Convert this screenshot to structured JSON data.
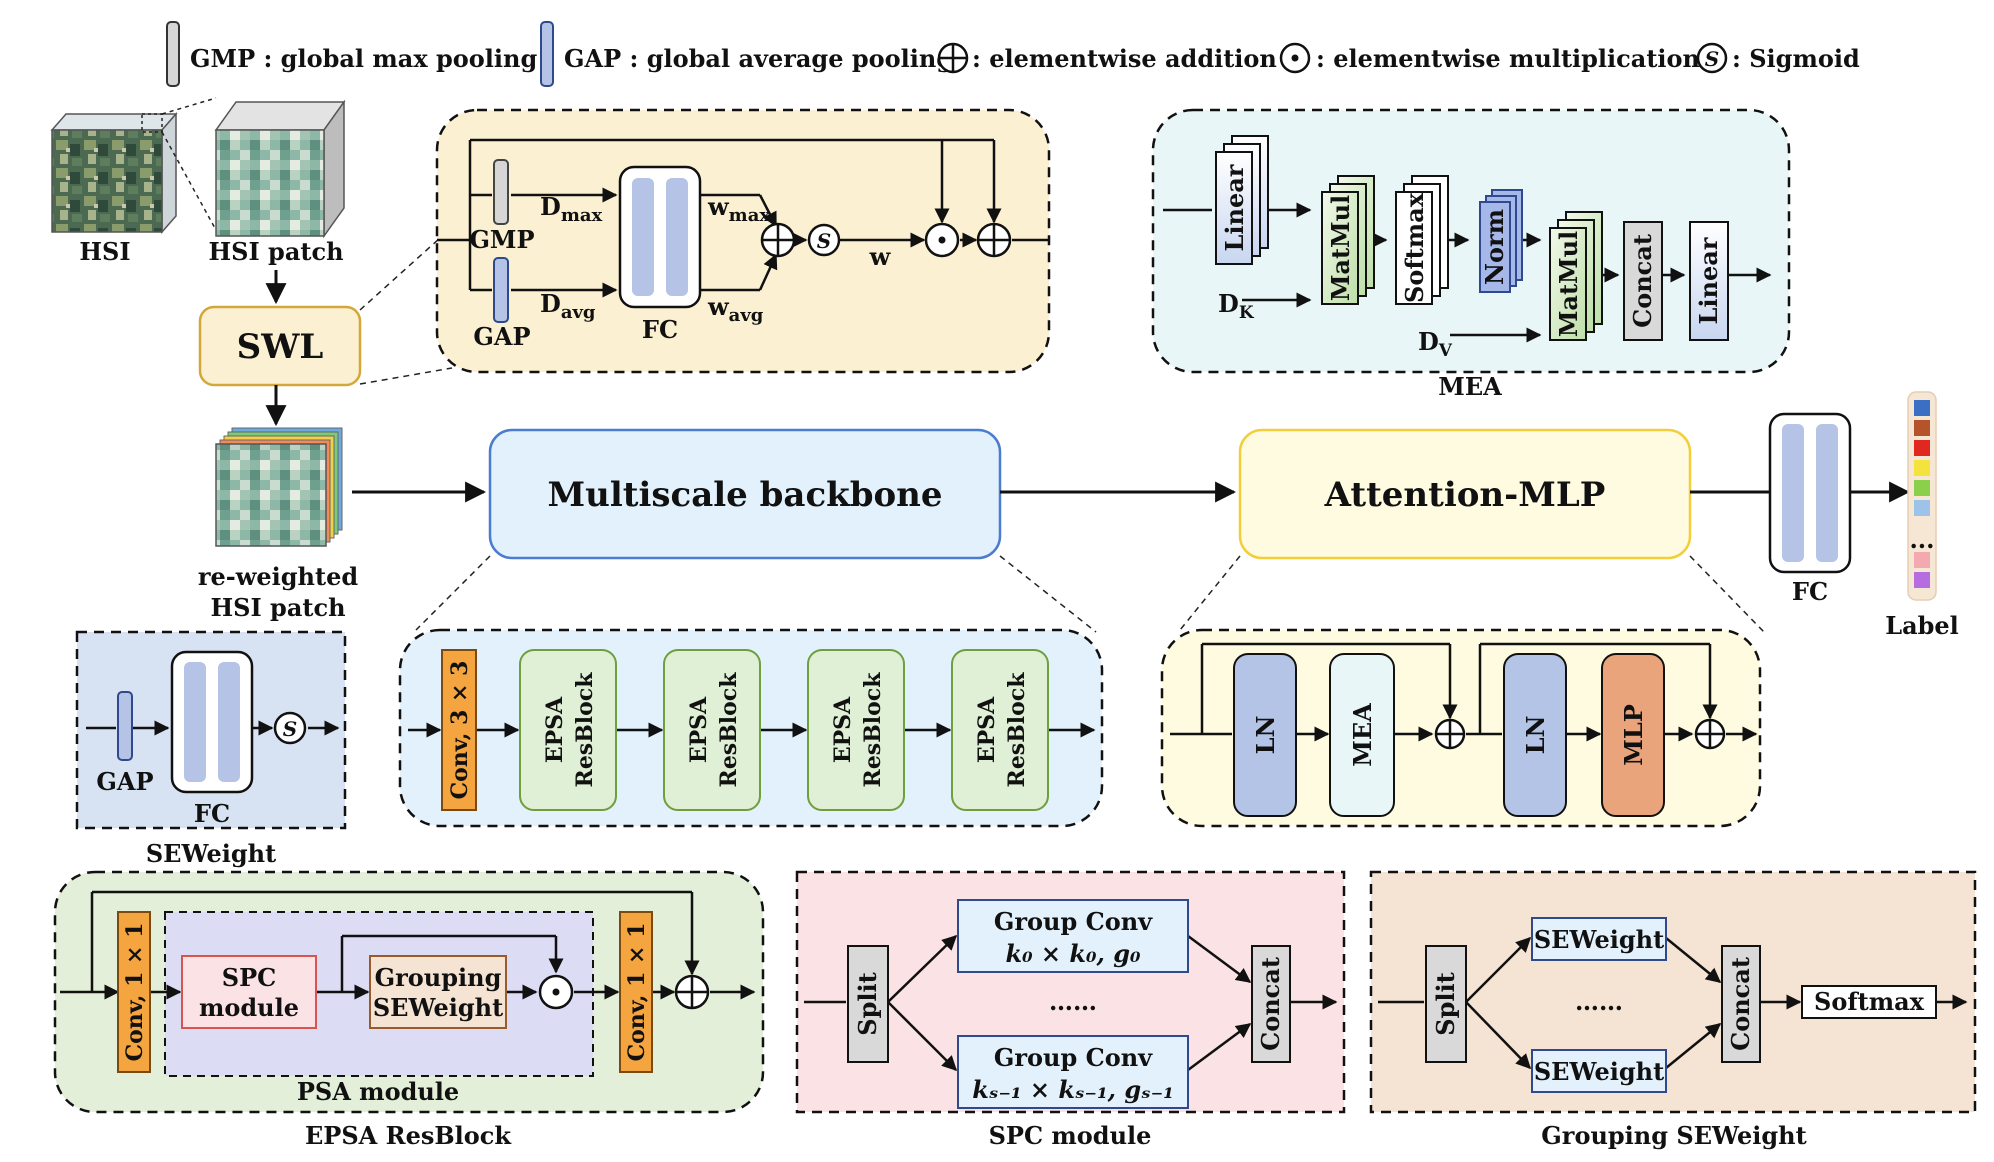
{
  "colors": {
    "swl_panel": "#fbf0d2",
    "mea_panel": "#e8f6f8",
    "backbone": "#e3f1fc",
    "backbone_border": "#4b7ccf",
    "attention": "#fffbe0",
    "attention_border": "#f2cf3a",
    "seweight_panel": "#d7e3f3",
    "epsa_panel": "#e3efd8",
    "psa_inner": "#dcdcf4",
    "spc_panel": "#fbe3e5",
    "grouping_panel": "#f5e3d4",
    "res_block": "#dff0d6",
    "res_border": "#6f9f3b",
    "conv_fill": "#f4a540",
    "ln_fill": "#b3c4e6",
    "mlp_fill": "#e9a47c",
    "fc_bar": "#b5c3e6",
    "norm_fill": "#a6b8ea",
    "label_colors": [
      "#3b6fc4",
      "#b5542a",
      "#e0281e",
      "#f4e33c",
      "#8ccf4a",
      "#9dc3e8",
      "#f4a9b0",
      "#b56de0"
    ]
  },
  "legend": {
    "gmp": "GMP : global max pooling",
    "gap": "GAP : global average pooling",
    "add": ": elementwise addition",
    "mul": ": elementwise multiplication",
    "sig": ": Sigmoid",
    "sigmoid_symbol": "S"
  },
  "hsi": {
    "hsi": "HSI",
    "patch": "HSI patch",
    "reweighted_1": "re-weighted",
    "reweighted_2": "HSI patch"
  },
  "swl": {
    "label": "SWL",
    "gmp": "GMP",
    "gap": "GAP",
    "dmax_main": "D",
    "dmax_sub": "max",
    "davg_main": "D",
    "davg_sub": "avg",
    "fc": "FC",
    "wmax_main": "w",
    "wmax_sub": "max",
    "wavg_main": "w",
    "wavg_sub": "avg",
    "w": "w"
  },
  "mea": {
    "title": "MEA",
    "linear1": "Linear",
    "matmul1": "MatMul",
    "softmax": "Softmax",
    "norm": "Norm",
    "matmul2": "MatMul",
    "concat": "Concat",
    "linear2": "Linear",
    "dk_main": "D",
    "dk_sub": "K",
    "dv_main": "D",
    "dv_sub": "V"
  },
  "main": {
    "backbone": "Multiscale backbone",
    "attention": "Attention-MLP",
    "fc": "FC",
    "label": "Label",
    "ellipsis": "..."
  },
  "seweight": {
    "title": "SEWeight",
    "gap": "GAP",
    "fc": "FC"
  },
  "backbone_detail": {
    "conv": "Conv, 3 × 3",
    "block_l1": "EPSA",
    "block_l2": "ResBlock"
  },
  "attention_detail": {
    "ln1": "LN",
    "mea": "MEA",
    "ln2": "LN",
    "mlp": "MLP"
  },
  "epsa": {
    "title": "EPSA ResBlock",
    "psa_title": "PSA module",
    "conv1": "Conv, 1 × 1",
    "spc_1": "SPC",
    "spc_2": "module",
    "gsw_1": "Grouping",
    "gsw_2": "SEWeight",
    "conv2": "Conv, 1 × 1"
  },
  "spc": {
    "title": "SPC module",
    "split": "Split",
    "gc1_title": "Group Conv",
    "gc1_formula": "k₀ × k₀, g₀",
    "dots": "……",
    "gc2_title": "Group Conv",
    "gc2_formula": "kₛ₋₁ × kₛ₋₁, gₛ₋₁",
    "concat": "Concat"
  },
  "grouping": {
    "title": "Grouping  SEWeight",
    "split": "Split",
    "sew1": "SEWeight",
    "dots": "……",
    "sew2": "SEWeight",
    "concat": "Concat",
    "softmax": "Softmax"
  }
}
